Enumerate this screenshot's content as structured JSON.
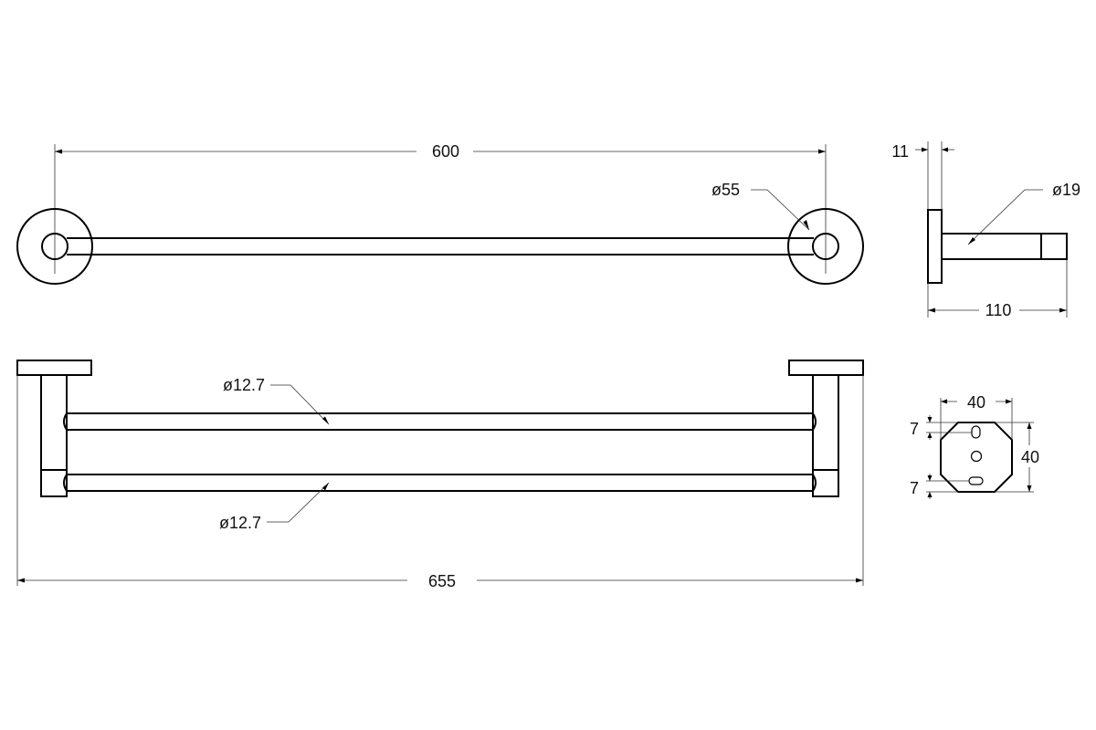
{
  "dimensions": {
    "length_centers": "600",
    "base_diameter": "ø55",
    "plate_thickness": "11",
    "bar_end_diameter": "ø19",
    "projection": "110",
    "rod_diameter_top": "ø12.7",
    "rod_diameter_bottom": "ø12.7",
    "overall_length": "655",
    "plate_width": "40",
    "plate_height": "40",
    "hole_offset_top": "7",
    "hole_offset_bottom": "7"
  }
}
